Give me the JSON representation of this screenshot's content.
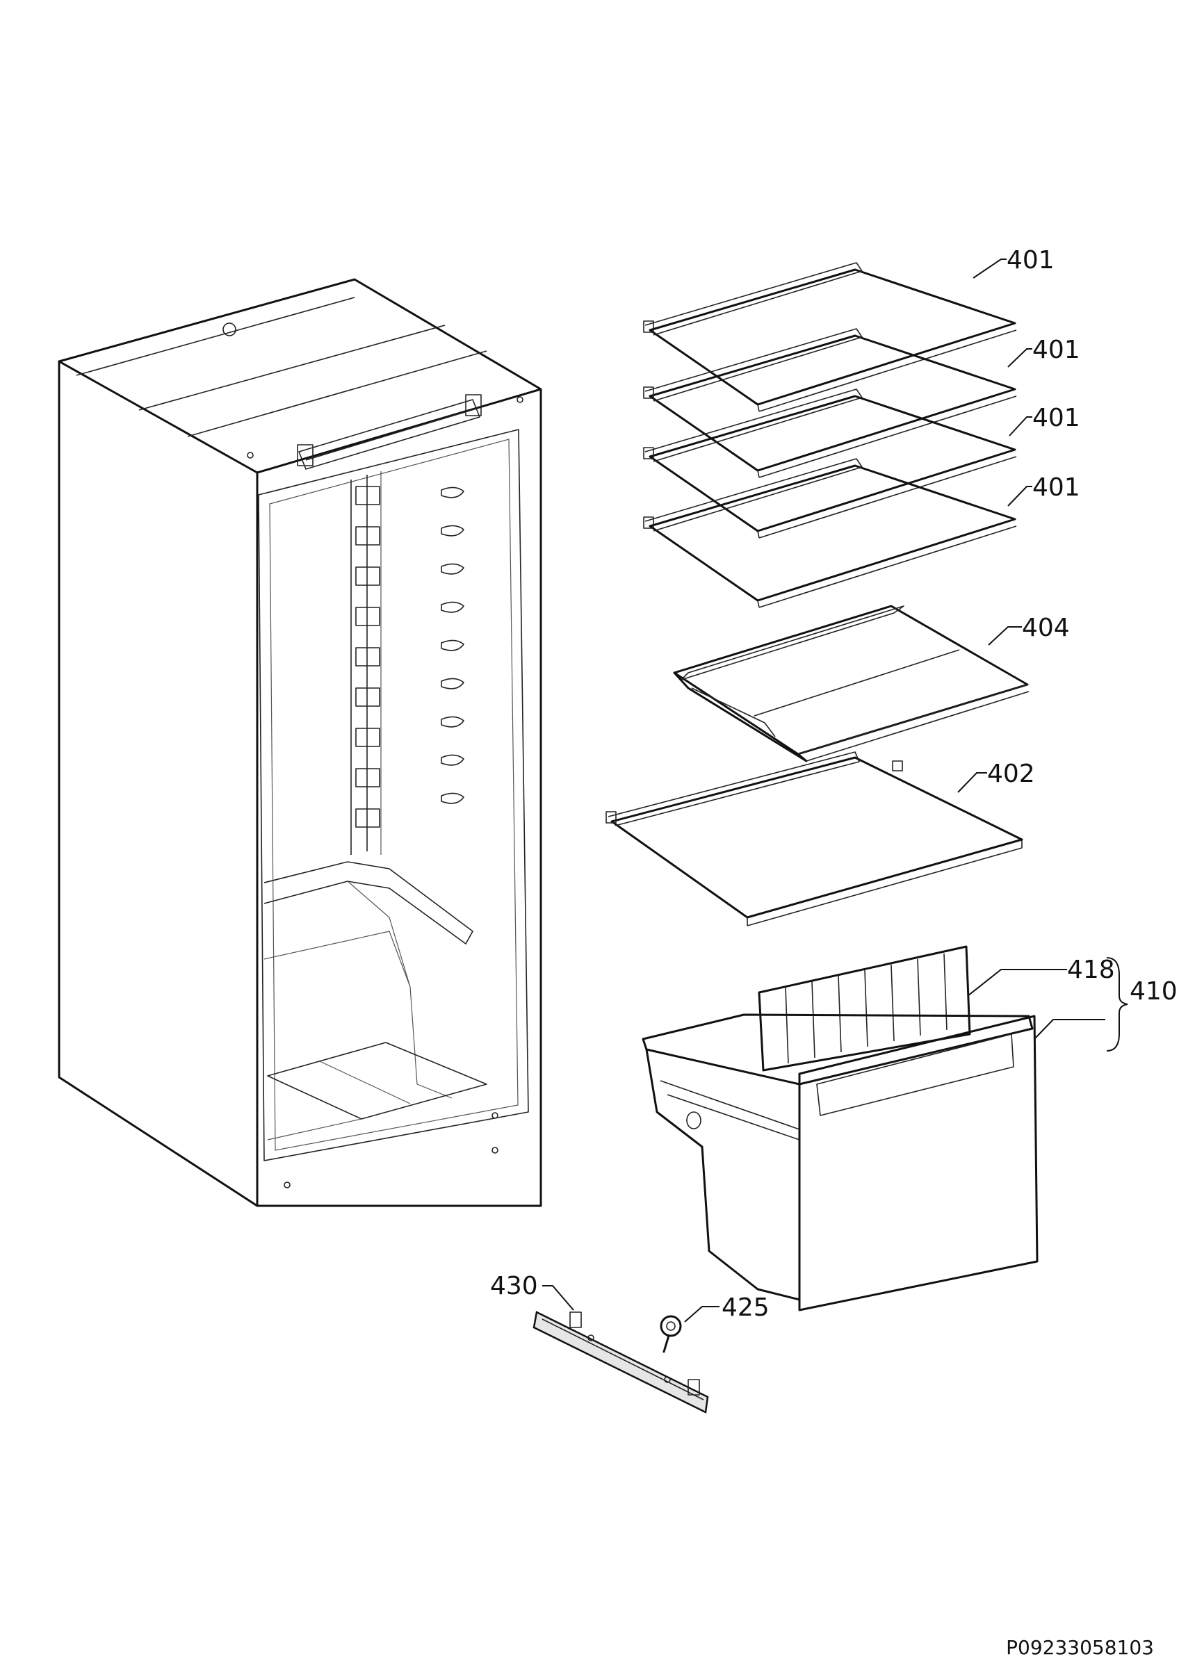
{
  "labels": {
    "shelf_1": "401",
    "shelf_2": "401",
    "shelf_3": "401",
    "shelf_4": "401",
    "shelf_split": "404",
    "shelf_lower": "402",
    "drawer_cover": "418",
    "drawer_group": "410",
    "runner": "430",
    "knob": "425"
  },
  "drawing_code": "P09233058103"
}
